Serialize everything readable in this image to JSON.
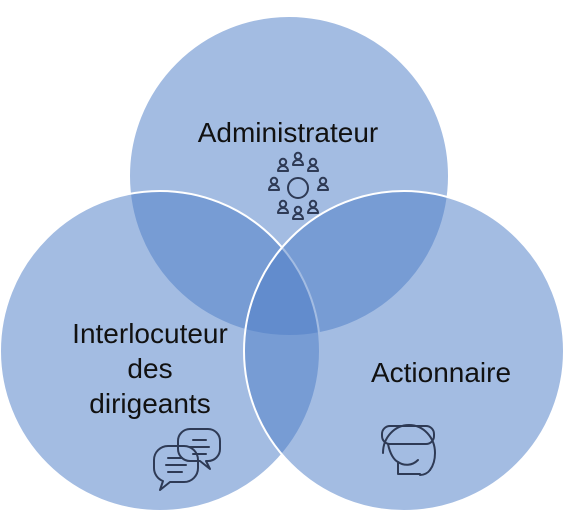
{
  "diagram": {
    "type": "venn-3",
    "circle_color": "#4f7fc8",
    "circles": [
      {
        "id": "administrateur",
        "lines": [
          "Administrateur"
        ],
        "icon": "meeting-group-icon"
      },
      {
        "id": "interlocuteur",
        "lines": [
          "Interlocuteur",
          "des",
          "dirigeants"
        ],
        "icon": "chat-bubbles-icon"
      },
      {
        "id": "actionnaire",
        "lines": [
          "Actionnaire"
        ],
        "icon": "vr-headset-person-icon"
      }
    ]
  }
}
